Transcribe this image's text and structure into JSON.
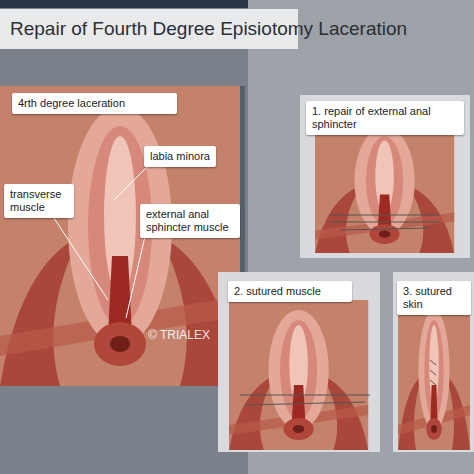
{
  "diagram": {
    "title": "Repair of Fourth Degree Episiotomy Laceration",
    "nodes": [
      {
        "text": [
          "4rth degree laceration"
        ]
      },
      {
        "text": [
          "labia minora"
        ]
      },
      {
        "text": [
          "transverse muscle"
        ]
      },
      {
        "text": [
          "external anal sphincter muscle"
        ]
      },
      {
        "text": [
          "1. repair of external anal sphincter"
        ]
      },
      {
        "text": [
          "2. sutured muscle"
        ]
      },
      {
        "text": [
          "3. sutured skin"
        ]
      }
    ],
    "labels": [
      "© TRIALEX"
    ]
  }
}
